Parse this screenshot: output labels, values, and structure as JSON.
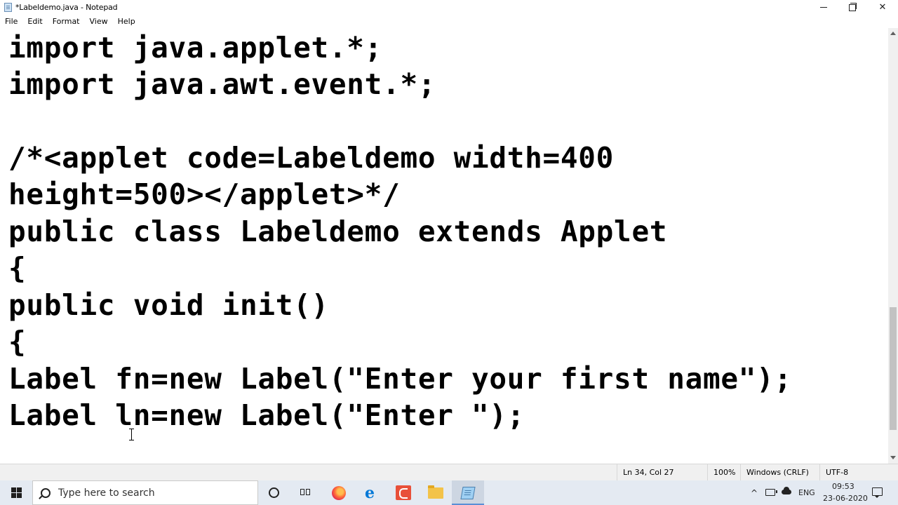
{
  "window": {
    "title": "*Labeldemo.java - Notepad"
  },
  "menu": {
    "items": [
      {
        "label": "File"
      },
      {
        "label": "Edit"
      },
      {
        "label": "Format"
      },
      {
        "label": "View"
      },
      {
        "label": "Help"
      }
    ]
  },
  "editor": {
    "lines": [
      "import java.applet.*;",
      "import java.awt.event.*;",
      "",
      "/*<applet code=Labeldemo width=400",
      "height=500></applet>*/",
      "public class Labeldemo extends Applet",
      "{",
      "public void init()",
      "{",
      "Label fn=new Label(\"Enter your first name\");",
      "Label ln=new Label(\"Enter \");"
    ]
  },
  "statusbar": {
    "position": "Ln 34, Col 27",
    "zoom": "100%",
    "line_ending": "Windows (CRLF)",
    "encoding": "UTF-8"
  },
  "taskbar": {
    "search_placeholder": "Type here to search",
    "tray": {
      "language": "ENG",
      "time": "09:53",
      "date": "23-06-2020"
    }
  },
  "icons": {
    "app": "notepad-icon",
    "minimize": "minimize-icon",
    "maximize": "restore-icon",
    "close": "close-icon"
  }
}
